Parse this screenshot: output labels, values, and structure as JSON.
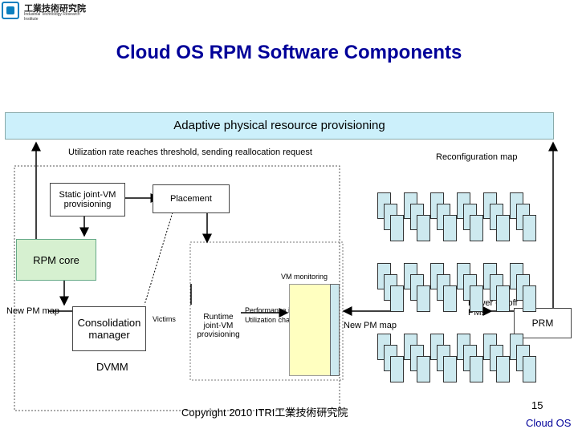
{
  "header": {
    "org_name": "工業技術研究院",
    "org_en": "Industrial Technology Research Institute",
    "title": "Cloud OS RPM Software Components"
  },
  "diagram": {
    "banner": "Adaptive physical resource provisioning",
    "utilization_label": "Utilization rate reaches threshold, sending reallocation request",
    "reconfig_label": "Reconfiguration map",
    "static_vm": "Static joint-VM provisioning",
    "placement": "Placement",
    "rpm_core": "RPM core",
    "vm_monitoring": "VM monitoring",
    "new_pm_left": "New PM map",
    "consolidation": "Consolidation manager",
    "victims": "Victims",
    "runtime_vm": "Runtime joint-VM provisioning",
    "perf_interference": "Performance interference",
    "utilization_change": "Utilization change",
    "new_pm_right": "New PM map",
    "power_pms": "Power on/off PMs",
    "prm": "PRM",
    "dvmm": "DVMM"
  },
  "footer": {
    "copyright": "Copyright 2010 ITRI工業技術研究院",
    "page_number": "15",
    "brand": "Cloud OS"
  }
}
